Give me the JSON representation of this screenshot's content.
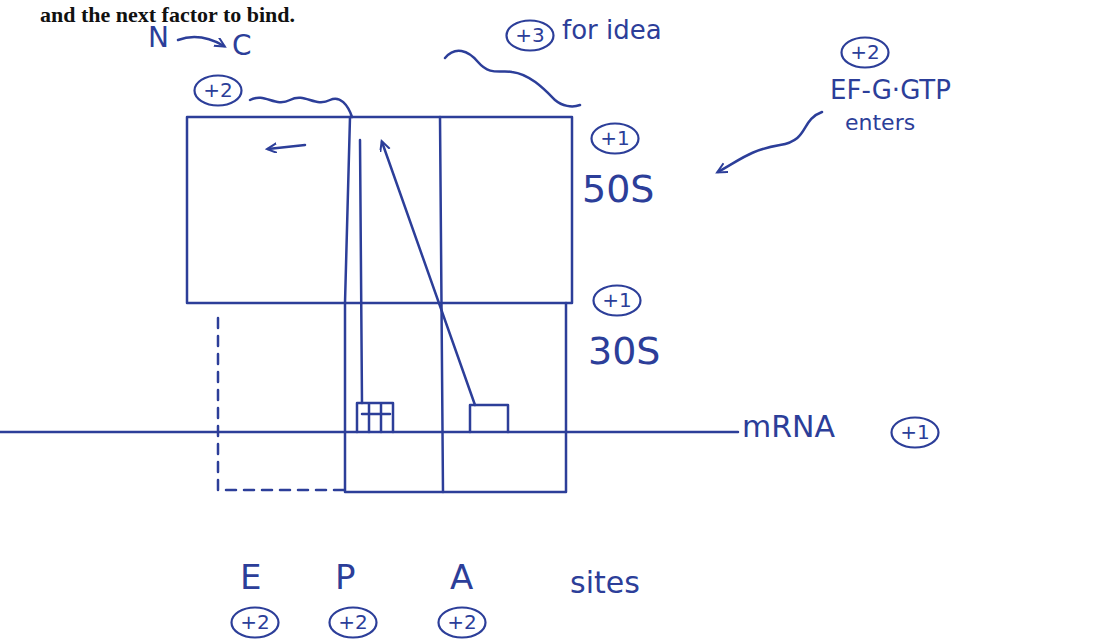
{
  "diagram": {
    "nodes": [
      {
        "text": [
          "+3"
        ]
      },
      {
        "text": [
          "+2"
        ]
      },
      {
        "text": [
          "+2"
        ]
      },
      {
        "text": [
          "+1"
        ]
      },
      {
        "text": [
          "+1"
        ]
      },
      {
        "text": [
          "+1"
        ]
      },
      {
        "text": [
          "+2"
        ]
      },
      {
        "text": [
          "+2"
        ]
      },
      {
        "text": [
          "+2"
        ]
      }
    ],
    "labels": [
      "and the next factor to bind.",
      "N",
      "C",
      "for idea",
      "50S",
      "EF-G·GTP",
      "enters",
      "30S",
      "mRNA",
      "E",
      "P",
      "A",
      "sites"
    ]
  }
}
